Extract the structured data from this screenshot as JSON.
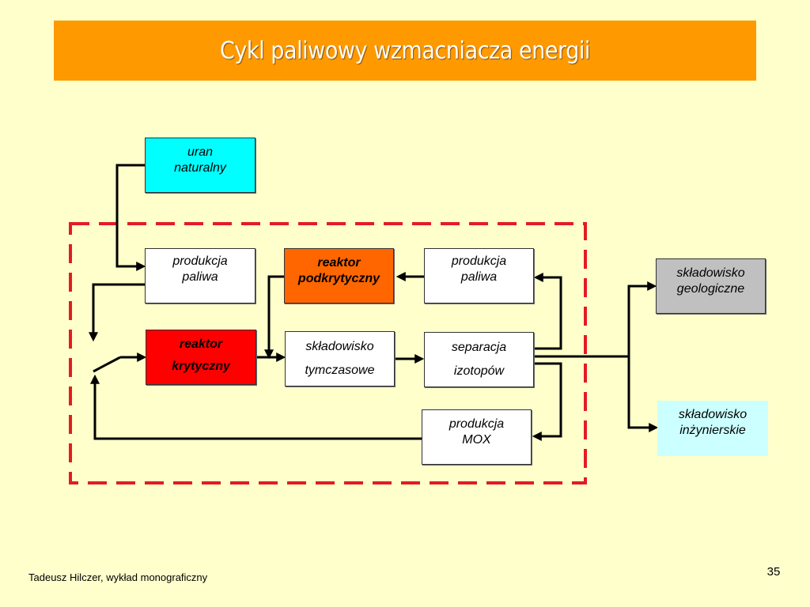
{
  "slide": {
    "title": "Cykl paliwowy wzmacniacza energii",
    "author": "Tadeusz Hilczer, wykład monograficzny",
    "page_number": "35"
  },
  "colors": {
    "background": "#ffffcc",
    "title_bar": "#ff9900",
    "dashed_frame": "#e31b23",
    "connector": "#000000"
  },
  "nodes": {
    "uran_naturalny": {
      "lines": [
        "uran",
        "naturalny"
      ],
      "fill": "#00ffff"
    },
    "produkcja_paliwa_left": {
      "lines": [
        "produkcja",
        "paliwa"
      ],
      "fill": "#ffffff"
    },
    "reaktor_podkrytyczny": {
      "lines": [
        "reaktor",
        "podkrytyczny"
      ],
      "fill": "#ff6600"
    },
    "produkcja_paliwa_right": {
      "lines": [
        "produkcja",
        "paliwa"
      ],
      "fill": "#ffffff"
    },
    "reaktor_krytyczny": {
      "lines": [
        "reaktor",
        "krytyczny"
      ],
      "fill": "#ff0000"
    },
    "skladowisko_tymczasowe": {
      "lines": [
        "składowisko",
        "tymczasowe"
      ],
      "fill": "#ffffff"
    },
    "separacja_izotopow": {
      "lines": [
        "separacja",
        "izotopów"
      ],
      "fill": "#ffffff"
    },
    "produkcja_mox": {
      "lines": [
        "produkcja",
        "MOX"
      ],
      "fill": "#ffffff"
    },
    "skladowisko_geologiczne": {
      "lines": [
        "składowisko",
        "geologiczne"
      ],
      "fill": "#c0c0c0"
    },
    "skladowisko_inzynierskie": {
      "lines": [
        "składowisko",
        "inżynierskie"
      ],
      "fill": "#ccffff"
    }
  }
}
